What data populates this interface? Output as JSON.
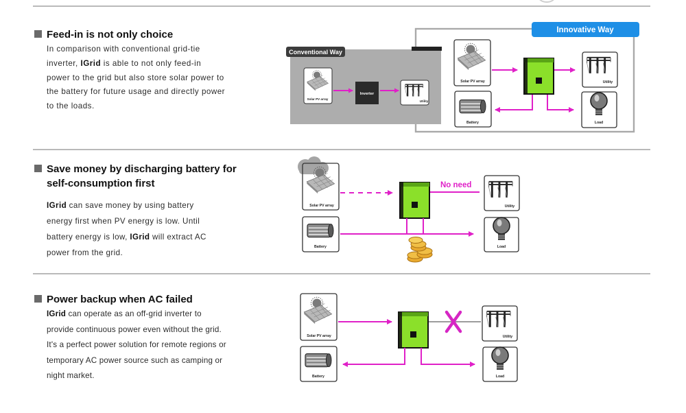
{
  "colors": {
    "accent_magenta": "#e020c8",
    "inverter_green": "#8be02a",
    "badge_blue": "#1e8fe6",
    "panel_grey": "#adadad",
    "cross_magenta": "#d626c4"
  },
  "section1": {
    "heading": "Feed-in is not only choice",
    "para_lines": [
      "In comparison with conventional grid-tie",
      [
        "inverter, ",
        "IGrid",
        " is able to not only feed-in"
      ],
      "power to the grid but also store solar power to",
      "the battery for future usage and directly power",
      "to the loads."
    ],
    "conventional_badge": "Conventional Way",
    "innovative_badge": "Innovative Way",
    "conv_solar_label": "Solar PV array",
    "conv_inverter_label": "Inverter",
    "conv_utility_label": "Utility",
    "solar_label": "Solar PV array",
    "utility_label": "Utility",
    "battery_label": "Battery",
    "load_label": "Load"
  },
  "section2": {
    "heading_line1": "Save money by discharging battery for",
    "heading_line2": "self-consumption first",
    "para_lines": [
      [
        "",
        "IGrid",
        " can save money by using battery"
      ],
      "energy first when PV energy is low. Until",
      [
        "battery energy is low, ",
        "IGrid",
        " will extract AC"
      ],
      "power from the grid."
    ],
    "no_need_label": "No need",
    "solar_label": "Solar PV array",
    "utility_label": "Utility",
    "battery_label": "Battery",
    "load_label": "Load"
  },
  "section3": {
    "heading": "Power backup when AC failed",
    "para_lines": [
      [
        "",
        "IGrid",
        " can operate as an off-grid inverter to"
      ],
      "provide continuous power even without the grid.",
      "It's a perfect power solution for remote regions or",
      "temporary AC power source such as camping or",
      "night market."
    ],
    "solar_label": "Solar PV array",
    "utility_label": "Utility",
    "battery_label": "Battery",
    "load_label": "Load"
  }
}
